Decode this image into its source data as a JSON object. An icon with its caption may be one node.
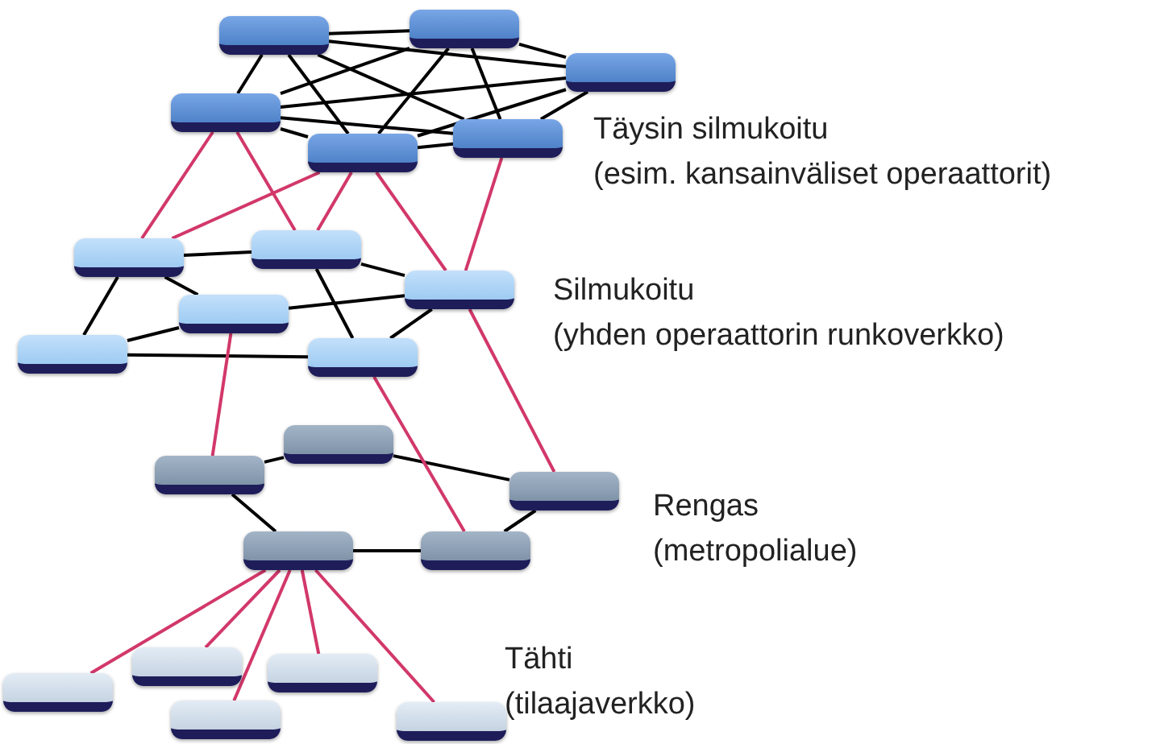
{
  "diagram": {
    "nodes": [
      {
        "text": [],
        "shape": "box"
      },
      {
        "text": [],
        "shape": "box"
      },
      {
        "text": [],
        "shape": "box"
      },
      {
        "text": [],
        "shape": "box"
      },
      {
        "text": [],
        "shape": "box"
      },
      {
        "text": [],
        "shape": "box"
      },
      {
        "text": [],
        "shape": "box"
      },
      {
        "text": [],
        "shape": "box"
      },
      {
        "text": [],
        "shape": "box"
      },
      {
        "text": [],
        "shape": "box"
      },
      {
        "text": [],
        "shape": "box"
      },
      {
        "text": [],
        "shape": "box"
      },
      {
        "text": [],
        "shape": "box"
      },
      {
        "text": [],
        "shape": "box"
      },
      {
        "text": [],
        "shape": "box"
      },
      {
        "text": [],
        "shape": "box"
      },
      {
        "text": [],
        "shape": "box"
      },
      {
        "text": [],
        "shape": "box"
      },
      {
        "text": [],
        "shape": "box"
      },
      {
        "text": [],
        "shape": "box"
      },
      {
        "text": [],
        "shape": "box"
      },
      {
        "text": [],
        "shape": "box"
      }
    ],
    "edges": [
      {
        "from": 0,
        "to": 1,
        "arrow": "none"
      },
      {
        "from": 0,
        "to": 2,
        "arrow": "none"
      },
      {
        "from": 0,
        "to": 3,
        "arrow": "none"
      },
      {
        "from": 0,
        "to": 4,
        "arrow": "none"
      },
      {
        "from": 0,
        "to": 5,
        "arrow": "none"
      },
      {
        "from": 1,
        "to": 2,
        "arrow": "none"
      },
      {
        "from": 1,
        "to": 3,
        "arrow": "none"
      },
      {
        "from": 1,
        "to": 4,
        "arrow": "none"
      },
      {
        "from": 1,
        "to": 5,
        "arrow": "none"
      },
      {
        "from": 2,
        "to": 3,
        "arrow": "none"
      },
      {
        "from": 2,
        "to": 4,
        "arrow": "none"
      },
      {
        "from": 2,
        "to": 5,
        "arrow": "none"
      },
      {
        "from": 3,
        "to": 4,
        "arrow": "none"
      },
      {
        "from": 3,
        "to": 5,
        "arrow": "none"
      },
      {
        "from": 4,
        "to": 5,
        "arrow": "none"
      },
      {
        "from": 6,
        "to": 7,
        "arrow": "none"
      },
      {
        "from": 7,
        "to": 8,
        "arrow": "none"
      },
      {
        "from": 6,
        "to": 9,
        "arrow": "none"
      },
      {
        "from": 6,
        "to": 10,
        "arrow": "none"
      },
      {
        "from": 9,
        "to": 10,
        "arrow": "none"
      },
      {
        "from": 9,
        "to": 8,
        "arrow": "none"
      },
      {
        "from": 10,
        "to": 11,
        "arrow": "none"
      },
      {
        "from": 7,
        "to": 11,
        "arrow": "none"
      },
      {
        "from": 8,
        "to": 11,
        "arrow": "none"
      },
      {
        "from": 3,
        "to": 6,
        "arrow": "none",
        "color": "#d2386a"
      },
      {
        "from": 3,
        "to": 7,
        "arrow": "none",
        "color": "#d2386a"
      },
      {
        "from": 4,
        "to": 6,
        "arrow": "none",
        "color": "#d2386a"
      },
      {
        "from": 4,
        "to": 7,
        "arrow": "none",
        "color": "#d2386a"
      },
      {
        "from": 4,
        "to": 8,
        "arrow": "none",
        "color": "#d2386a"
      },
      {
        "from": 5,
        "to": 8,
        "arrow": "none",
        "color": "#d2386a"
      },
      {
        "from": 12,
        "to": 13,
        "arrow": "none"
      },
      {
        "from": 13,
        "to": 14,
        "arrow": "none"
      },
      {
        "from": 14,
        "to": 16,
        "arrow": "none"
      },
      {
        "from": 16,
        "to": 15,
        "arrow": "none"
      },
      {
        "from": 15,
        "to": 12,
        "arrow": "none"
      },
      {
        "from": 9,
        "to": 12,
        "arrow": "none",
        "color": "#d2386a"
      },
      {
        "from": 11,
        "to": 16,
        "arrow": "none",
        "color": "#d2386a"
      },
      {
        "from": 8,
        "to": 14,
        "arrow": "none",
        "color": "#d2386a"
      },
      {
        "from": 15,
        "to": 17,
        "arrow": "none",
        "color": "#d2386a"
      },
      {
        "from": 15,
        "to": 18,
        "arrow": "none",
        "color": "#d2386a"
      },
      {
        "from": 15,
        "to": 19,
        "arrow": "none",
        "color": "#d2386a"
      },
      {
        "from": 15,
        "to": 20,
        "arrow": "none",
        "color": "#d2386a"
      },
      {
        "from": 15,
        "to": 21,
        "arrow": "none",
        "color": "#d2386a"
      }
    ],
    "labels": [
      "Täysin silmukoitu",
      "(esim. kansainväliset operaattorit)",
      "Silmukoitu",
      "(yhden operaattorin runkoverkko)",
      "Rengas",
      "(metropolialue)",
      "Tähti",
      "(tilaajaverkko)"
    ]
  }
}
